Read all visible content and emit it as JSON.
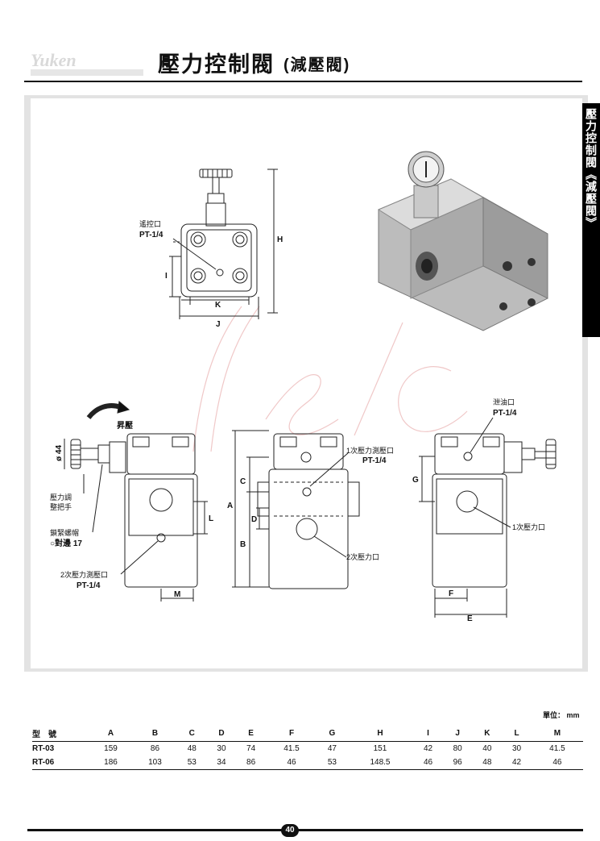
{
  "header": {
    "title": "壓力控制閥",
    "subtitle": "(減壓閥)"
  },
  "side_tab": "壓力控制閥《減壓閥》",
  "diagram": {
    "top_view": {
      "port_label": "遙控口",
      "port_thread": "PT-1/4",
      "dim_H": "H",
      "dim_I": "I",
      "dim_K": "K",
      "dim_J": "J"
    },
    "left_view": {
      "arrow_label": "昇壓",
      "dia_label": "ø 44",
      "knob_label_1": "壓力調",
      "knob_label_2": "整把手",
      "nut_label_1": "鎖緊螺帽",
      "nut_label_2": "○對邊 17",
      "port_label": "2次壓力測壓口",
      "port_thread": "PT-1/4",
      "dim_L": "L",
      "dim_M": "M"
    },
    "front_view": {
      "port_label": "1次壓力測壓口",
      "port_thread": "PT-1/4",
      "port2_label": "2次壓力口",
      "dim_A": "A",
      "dim_B": "B",
      "dim_C": "C",
      "dim_D": "D"
    },
    "right_view": {
      "drain_label": "泄油口",
      "drain_thread": "PT-1/4",
      "port1_label": "1次壓力口",
      "dim_G": "G",
      "dim_F": "F",
      "dim_E": "E"
    }
  },
  "table": {
    "unit": "單位： mm",
    "headers": [
      "型　號",
      "A",
      "B",
      "C",
      "D",
      "E",
      "F",
      "G",
      "H",
      "I",
      "J",
      "K",
      "L",
      "M"
    ],
    "rows": [
      [
        "RT-03",
        "159",
        "86",
        "48",
        "30",
        "74",
        "41.5",
        "47",
        "151",
        "42",
        "80",
        "40",
        "30",
        "41.5"
      ],
      [
        "RT-06",
        "186",
        "103",
        "53",
        "34",
        "86",
        "46",
        "53",
        "148.5",
        "46",
        "96",
        "48",
        "42",
        "46"
      ]
    ]
  },
  "footer": {
    "page_number": "40"
  }
}
